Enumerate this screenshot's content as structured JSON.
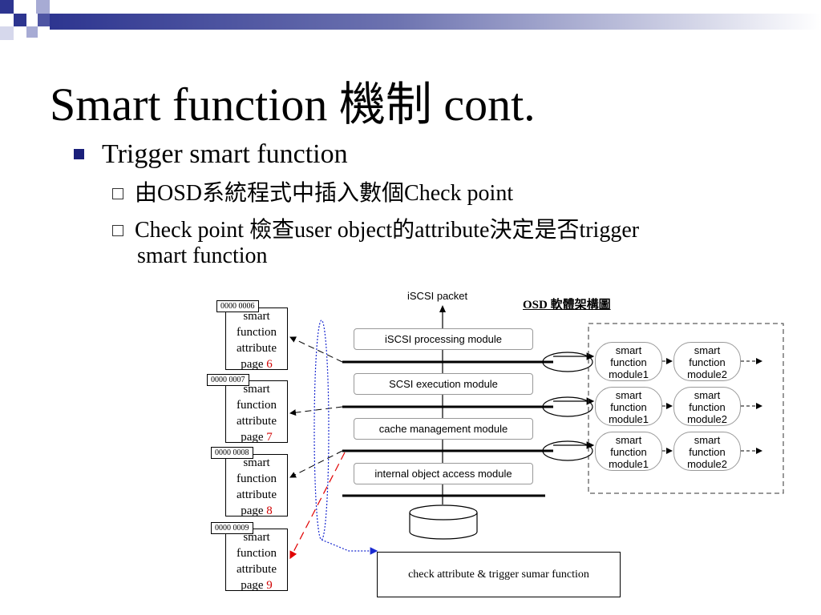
{
  "slide": {
    "title": "Smart function 機制 cont.",
    "bullet1": "Trigger smart function",
    "bullet2": "由OSD系統程式中插入數個Check point",
    "bullet3_line1": "Check point 檢查user object的attribute決定是否trigger",
    "bullet3_line2": "smart function"
  },
  "diagram": {
    "packet_label": "iSCSI packet",
    "osd_title": "OSD 軟體架構圖",
    "modules": [
      "iSCSI processing module",
      "SCSI execution module",
      "cache management module",
      "internal object access module"
    ],
    "pages": [
      {
        "tag": "0000 0006",
        "l1": "smart",
        "l2": "function",
        "l3": "attribute",
        "l4": "page",
        "num": "6"
      },
      {
        "tag": "0000 0007",
        "l1": "smart",
        "l2": "function",
        "l3": "attribute",
        "l4": "page",
        "num": "7"
      },
      {
        "tag": "0000 0008",
        "l1": "smart",
        "l2": "function",
        "l3": "attribute",
        "l4": "page",
        "num": "8"
      },
      {
        "tag": "0000 0009",
        "l1": "smart",
        "l2": "function",
        "l3": "attribute",
        "l4": "page",
        "num": "9"
      }
    ],
    "smart_module_1": {
      "l1": "smart",
      "l2": "function",
      "l3": "module1"
    },
    "smart_module_2": {
      "l1": "smart",
      "l2": "function",
      "l3": "module2"
    },
    "check_label": "check attribute & trigger sumar function"
  },
  "colors": {
    "accent": "#2d3590",
    "red_number": "#d00000",
    "blue_dotted": "#1a2ad0",
    "red_dashed": "#e00000"
  }
}
